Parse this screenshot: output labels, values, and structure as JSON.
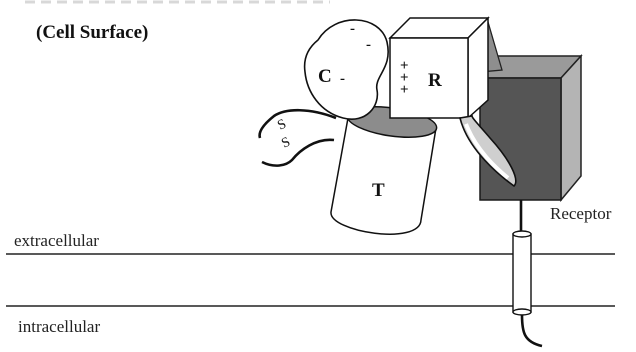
{
  "heading": "(Cell Surface)",
  "membrane": {
    "extracellular_label": "extracellular",
    "intracellular_label": "intracellular"
  },
  "domains": {
    "c_label": "C",
    "r_label": "R",
    "t_label": "T"
  },
  "annotations": {
    "disulfide_s1": "S",
    "disulfide_s2": "S",
    "receptor_label": "Receptor"
  },
  "charges": {
    "negative": "-",
    "positive": "+"
  }
}
